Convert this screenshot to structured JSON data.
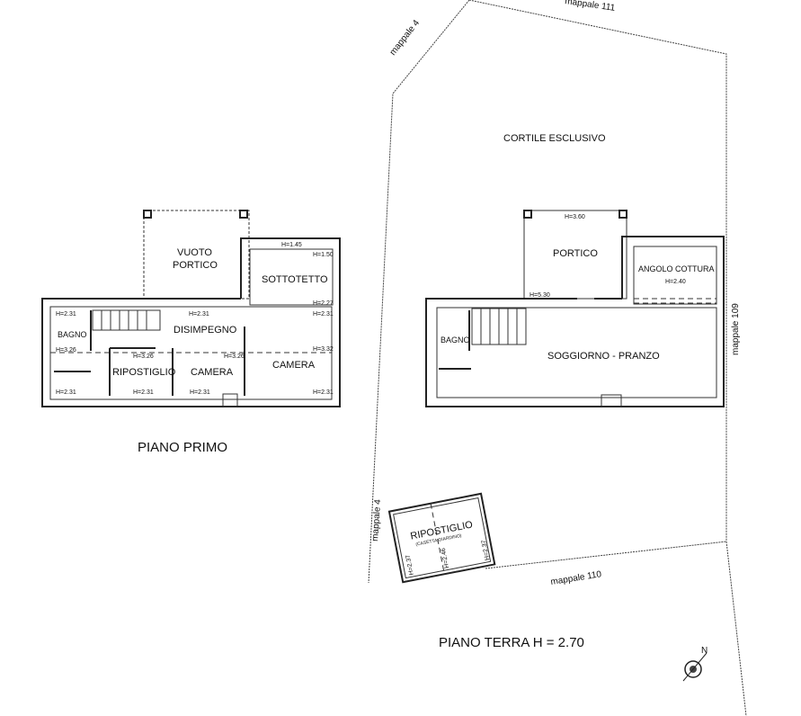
{
  "parcels": {
    "top": "mappale 111",
    "top_left": "mappale 4",
    "right": "mappale 109",
    "bottom_left": "mappale 4",
    "bottom": "mappale 110"
  },
  "courtyard": "CORTILE ESCLUSIVO",
  "first_floor": {
    "title": "PIANO PRIMO",
    "rooms": {
      "vuoto_portico_1": "VUOTO",
      "vuoto_portico_2": "PORTICO",
      "sottotetto": "SOTTOTETTO",
      "disimpegno": "DISIMPEGNO",
      "bagno": "BAGNO",
      "ripostiglio": "RIPOSTIGLIO",
      "camera_1": "CAMERA",
      "camera_2": "CAMERA"
    },
    "heights": [
      "H=1.45",
      "H=1.50",
      "H=2.27",
      "H=2.31",
      "H=2.31",
      "H=2.31",
      "H=3.26",
      "H=3.26",
      "H=3.26",
      "H=3.32",
      "H=2.31",
      "H=2.31",
      "H=2.31",
      "H=2.31"
    ]
  },
  "ground_floor": {
    "title": "PIANO TERRA H = 2.70",
    "rooms": {
      "portico": "PORTICO",
      "angolo_cottura": "ANGOLO COTTURA",
      "bagno": "BAGNO",
      "soggiorno": "SOGGIORNO - PRANZO"
    },
    "heights": {
      "portico": "H=3.60",
      "cottura": "H=2.40",
      "soglia": "H=5.30"
    }
  },
  "shed": {
    "name": "RIPOSTIGLIO",
    "subtitle": "(CASETTA GIARDINO)",
    "heights": [
      "H=2.37",
      "H=2.46",
      "H=2.37"
    ]
  },
  "compass": {
    "label": "N"
  }
}
